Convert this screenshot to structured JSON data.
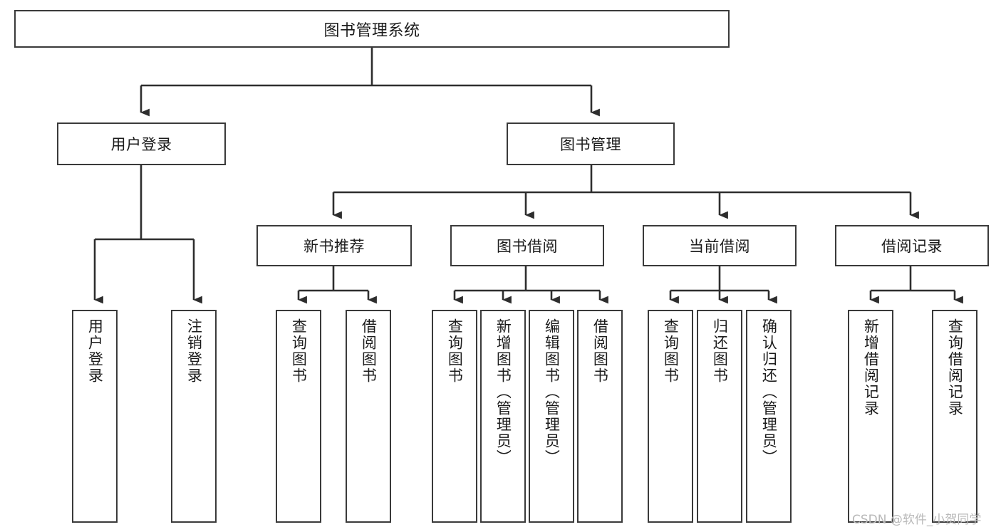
{
  "diagram": {
    "title": "图书管理系统",
    "type": "tree-hierarchy",
    "colors": {
      "box_border": "#3a3a3a",
      "box_fill": "#ffffff",
      "edge": "#2e2e2e",
      "text": "#1b1b1b",
      "watermark": "#b9b9b9"
    }
  },
  "nodes": {
    "root": {
      "label": "图书管理系统"
    },
    "level1": [
      {
        "id": "user-login",
        "label": "用户登录"
      },
      {
        "id": "book-manage",
        "label": "图书管理"
      }
    ],
    "level2": [
      {
        "id": "new-book-recommend",
        "label": "新书推荐"
      },
      {
        "id": "book-borrow",
        "label": "图书借阅"
      },
      {
        "id": "current-borrow",
        "label": "当前借阅"
      },
      {
        "id": "borrow-record",
        "label": "借阅记录"
      }
    ],
    "leaves": {
      "user_login": [
        {
          "id": "leaf-user-login",
          "label": "用户登录"
        },
        {
          "id": "leaf-logout",
          "label": "注销登录"
        }
      ],
      "new_book_recommend": [
        {
          "id": "leaf-query-book-1",
          "label": "查询图书"
        },
        {
          "id": "leaf-borrow-book-1",
          "label": "借阅图书"
        }
      ],
      "book_borrow": [
        {
          "id": "leaf-query-book-2",
          "label": "查询图书"
        },
        {
          "id": "leaf-add-book",
          "label": "新增图书（管理员）"
        },
        {
          "id": "leaf-edit-book",
          "label": "编辑图书（管理员）"
        },
        {
          "id": "leaf-borrow-book-2",
          "label": "借阅图书"
        }
      ],
      "current_borrow": [
        {
          "id": "leaf-query-book-3",
          "label": "查询图书"
        },
        {
          "id": "leaf-return-book",
          "label": "归还图书"
        },
        {
          "id": "leaf-confirm-return",
          "label": "确认归还（管理员）"
        }
      ],
      "borrow_record": [
        {
          "id": "leaf-add-record",
          "label": "新增借阅记录"
        },
        {
          "id": "leaf-query-record",
          "label": "查询借阅记录"
        }
      ]
    }
  },
  "watermark": {
    "text": "CSDN @软件_小贺同学"
  }
}
